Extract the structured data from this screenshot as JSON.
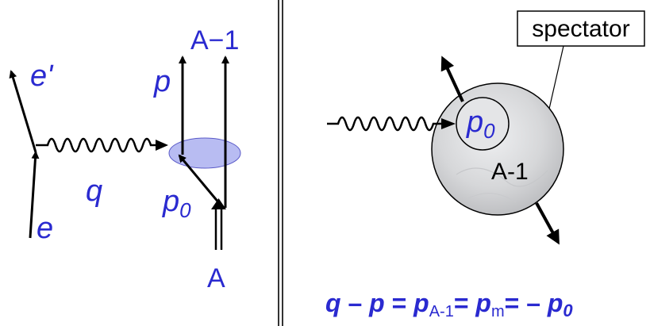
{
  "left_diagram": {
    "electron_out": "e'",
    "electron_in": "e",
    "photon": "q",
    "proton": "p",
    "initial_nucleon": "p",
    "initial_nucleon_sub": "0",
    "residual": "A−1",
    "target": "A"
  },
  "right_diagram": {
    "spectator_label": "spectator",
    "nucleon": "p",
    "nucleon_sub": "0",
    "residual": "A-1"
  },
  "equation": {
    "q": "q",
    "minus1": " – ",
    "p": "p",
    "eq1": " = ",
    "pA": "p",
    "pA_sub": "A-1",
    "eq2": "= ",
    "pm": "p",
    "pm_sub": "m",
    "eq3": "= – ",
    "p0": "p",
    "p0_sub": "0"
  },
  "colors": {
    "label_blue": "#2a2ad0",
    "ellipse_fill": "#b8bcf2",
    "nucleus_fill": "#d9dadc"
  }
}
